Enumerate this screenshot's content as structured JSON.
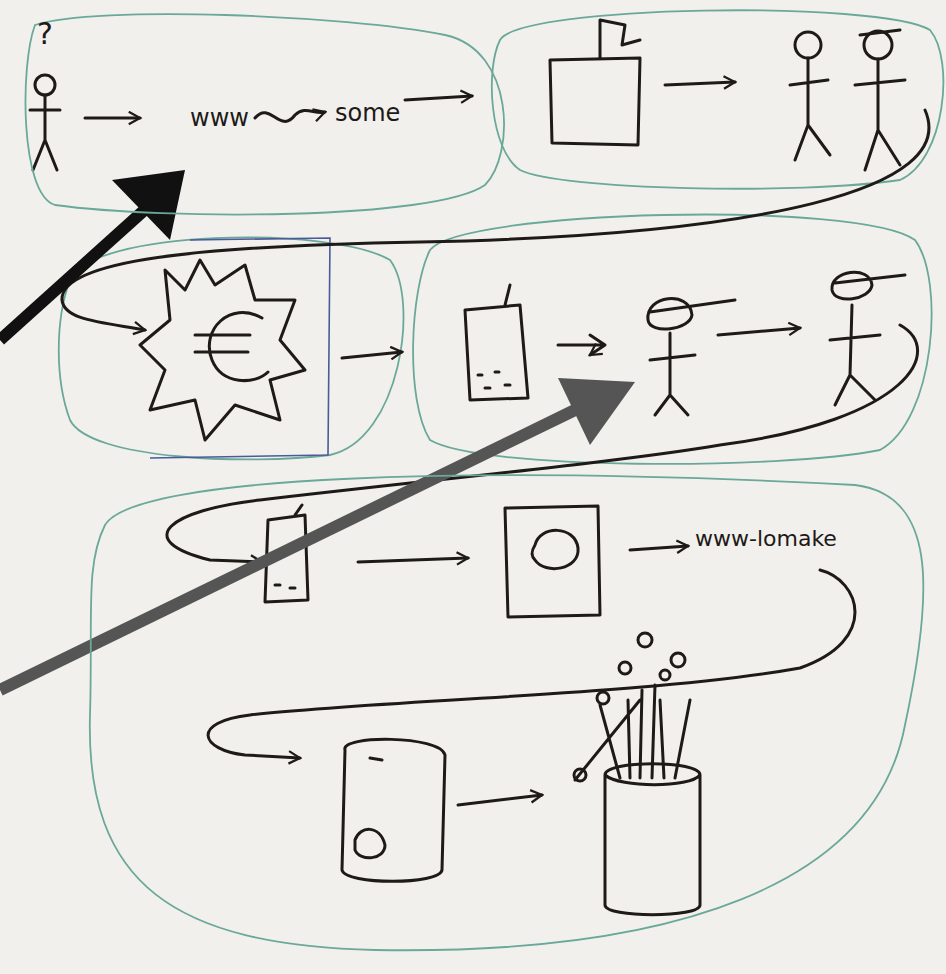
{
  "diagram": {
    "nodes": [
      {
        "text": [
          "?",
          "www",
          "some"
        ]
      },
      {
        "text": [
          "www-lomake"
        ]
      }
    ]
  }
}
